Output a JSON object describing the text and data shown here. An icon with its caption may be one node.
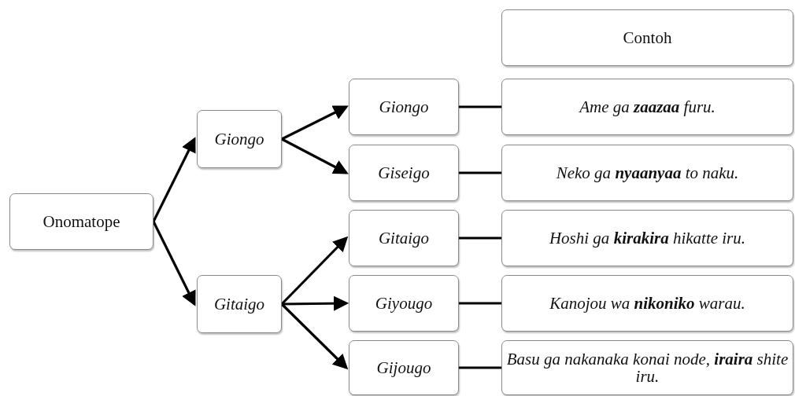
{
  "diagram": {
    "nodes": [
      {
        "text": [
          "Onomatope"
        ]
      },
      {
        "text": [
          "Giongo"
        ]
      },
      {
        "text": [
          "Gitaigo"
        ]
      },
      {
        "text": [
          "Giongo"
        ]
      },
      {
        "text": [
          "Giseigo"
        ]
      },
      {
        "text": [
          "Gitaigo"
        ]
      },
      {
        "text": [
          "Giyougo"
        ]
      },
      {
        "text": [
          "Gijougo"
        ]
      },
      {
        "text": [
          "Contoh"
        ]
      },
      {
        "text": [
          "Ame ga **zaazaa** furu."
        ]
      },
      {
        "text": [
          "Neko ga **nyaanyaa** to naku."
        ]
      },
      {
        "text": [
          "Hoshi ga **kirakira** hikatte iru."
        ]
      },
      {
        "text": [
          "Kanojou wa **nikoniko** warau."
        ]
      },
      {
        "text": [
          "Basu ga nakanaka konai node, **iraira** shite iru."
        ]
      }
    ],
    "edges": [
      {
        "from": 0,
        "to": 1,
        "arrow": "to"
      },
      {
        "from": 0,
        "to": 2,
        "arrow": "to"
      },
      {
        "from": 1,
        "to": 3,
        "arrow": "to"
      },
      {
        "from": 1,
        "to": 4,
        "arrow": "to"
      },
      {
        "from": 2,
        "to": 5,
        "arrow": "to"
      },
      {
        "from": 2,
        "to": 6,
        "arrow": "to"
      },
      {
        "from": 2,
        "to": 7,
        "arrow": "to"
      },
      {
        "from": 3,
        "to": 9,
        "arrow": "none"
      },
      {
        "from": 4,
        "to": 10,
        "arrow": "none"
      },
      {
        "from": 5,
        "to": 11,
        "arrow": "none"
      },
      {
        "from": 6,
        "to": 12,
        "arrow": "none"
      },
      {
        "from": 7,
        "to": 13,
        "arrow": "none"
      }
    ]
  }
}
